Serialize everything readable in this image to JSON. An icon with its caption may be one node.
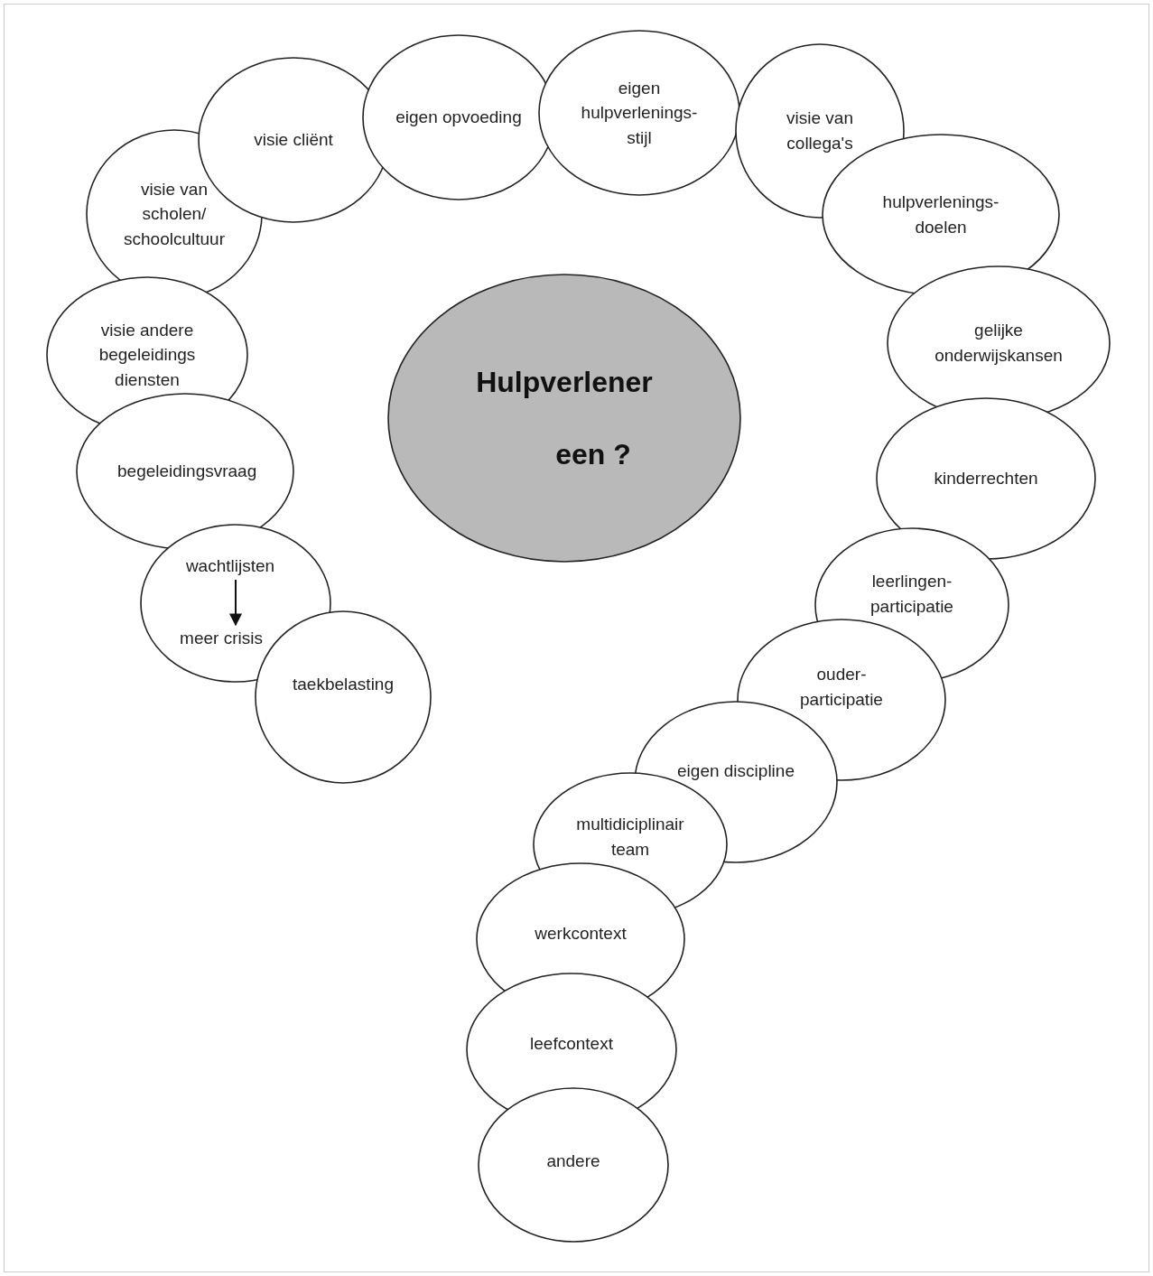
{
  "diagram": {
    "nodes": [
      {
        "text": [
          "visie van scholen/ schoolcultuur"
        ]
      },
      {
        "text": [
          "visie cliënt"
        ]
      },
      {
        "text": [
          "eigen opvoeding"
        ]
      },
      {
        "text": [
          "eigen hulpverlenings- stijl"
        ]
      },
      {
        "text": [
          "visie van collega's"
        ]
      },
      {
        "text": [
          "hulpverlenings- doelen"
        ]
      },
      {
        "text": [
          "gelijke onderwijskansen"
        ]
      },
      {
        "text": [
          "kinderrechten"
        ]
      },
      {
        "text": [
          "leerlingen- participatie"
        ]
      },
      {
        "text": [
          "ouder- participatie"
        ]
      },
      {
        "text": [
          "eigen discipline"
        ]
      },
      {
        "text": [
          "multidiciplinair team"
        ]
      },
      {
        "text": [
          "werkcontext"
        ]
      },
      {
        "text": [
          "leefcontext"
        ]
      },
      {
        "text": [
          "andere"
        ]
      },
      {
        "text": [
          "visie andere begeleidings diensten"
        ]
      },
      {
        "text": [
          "begeleidingsvraag"
        ]
      },
      {
        "text": [],
        "shape": "circle"
      },
      {
        "text": [
          "wachtlijsten"
        ],
        "in": 17
      },
      {
        "text": [
          "meer crisis"
        ],
        "in": 17
      },
      {
        "text": [
          "taekbelasting"
        ]
      },
      {
        "text": [
          "Hulpverlener",
          "een ?"
        ]
      }
    ],
    "edges": [
      {
        "from": 18,
        "to": 19,
        "arrow": "to"
      }
    ]
  }
}
